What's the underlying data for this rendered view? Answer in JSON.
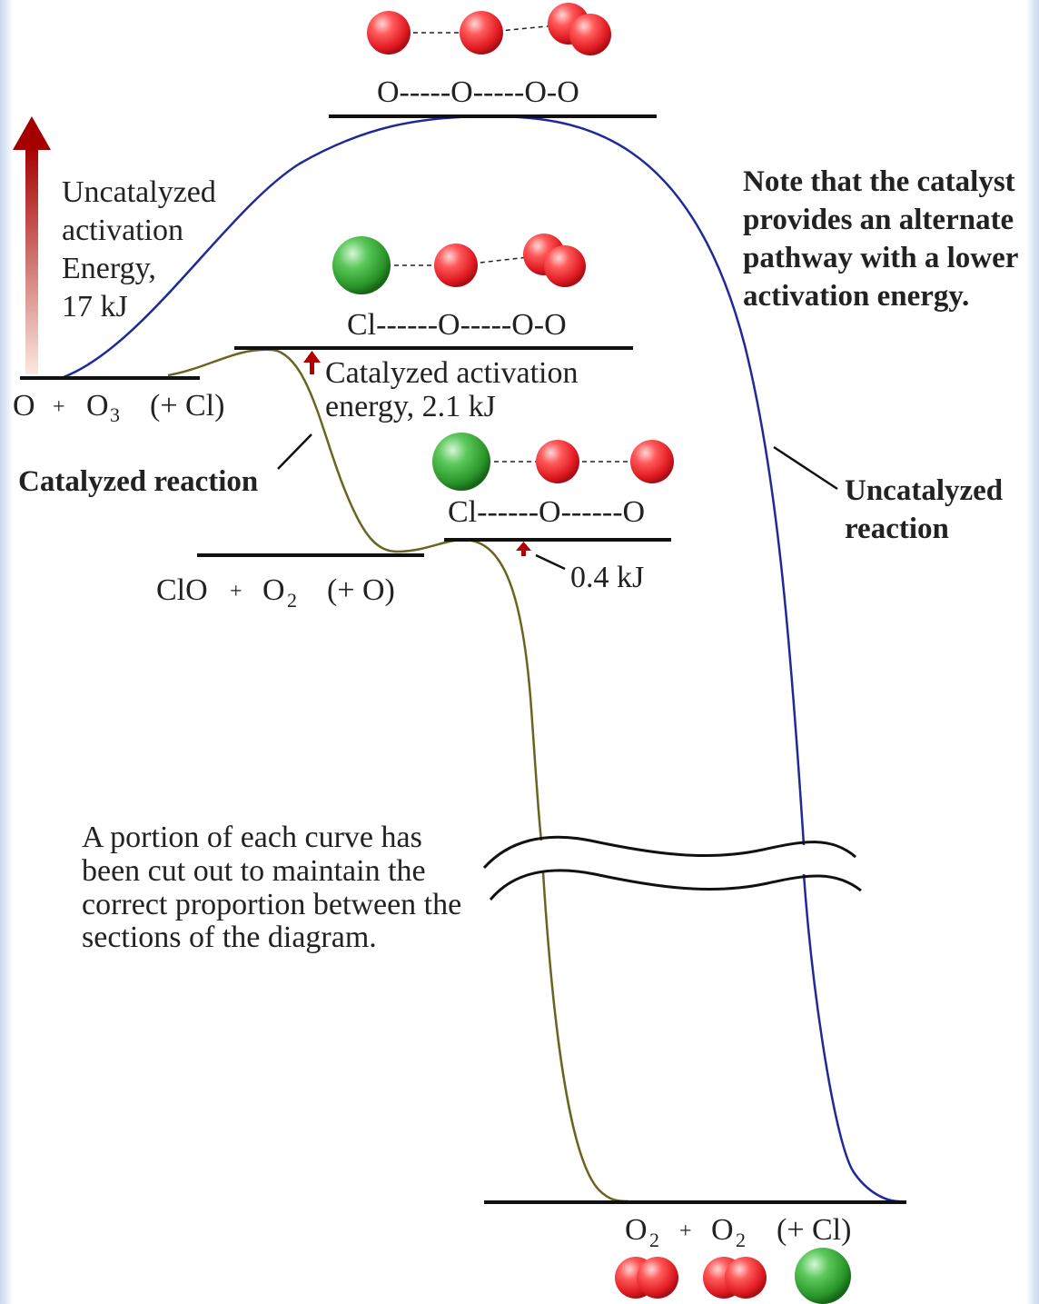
{
  "colors": {
    "uncatalyzed_curve": "#1f2a99",
    "catalyzed_curve": "#6b6420",
    "level_line": "#111111",
    "oxygen_atom": "#e8202a",
    "chlorine_atom": "#2e9d2e",
    "arrow": "#b00000"
  },
  "energy_arrow": {
    "line1": "Uncatalyzed",
    "line2": "activation",
    "line3": "Energy,",
    "line4": "17 kJ"
  },
  "reactants": {
    "o": "O",
    "plus": "+",
    "o3": "O",
    "o3_sub": "3",
    "cl": "(+ Cl)"
  },
  "transition_uncatalyzed": {
    "label": "O-----O-----O-O"
  },
  "transition_catalyzed_1": {
    "label": "Cl------O-----O-O",
    "energy_line1": "Catalyzed activation",
    "energy_line2": "energy, 2.1 kJ"
  },
  "transition_catalyzed_2": {
    "label": "Cl------O------O",
    "energy": "0.4 kJ"
  },
  "intermediate": {
    "clo": "ClO",
    "plus": "+",
    "o2": "O",
    "o2_sub": "2",
    "o": "(+ O)"
  },
  "products": {
    "o2a": "O",
    "o2a_sub": "2",
    "plus": "+",
    "o2b": "O",
    "o2b_sub": "2",
    "cl": "(+ Cl)"
  },
  "catalyzed_reaction_label": "Catalyzed reaction",
  "uncatalyzed_reaction_label": {
    "line1": "Uncatalyzed",
    "line2": "reaction"
  },
  "note": {
    "line1": "Note that the catalyst",
    "line2": "provides an alternate",
    "line3": "pathway with a lower",
    "line4": "activation energy."
  },
  "cutout_note": {
    "line1": "A portion of each curve has",
    "line2": "been cut out to maintain the",
    "line3": "correct proportion between the",
    "line4": "sections of the diagram."
  }
}
